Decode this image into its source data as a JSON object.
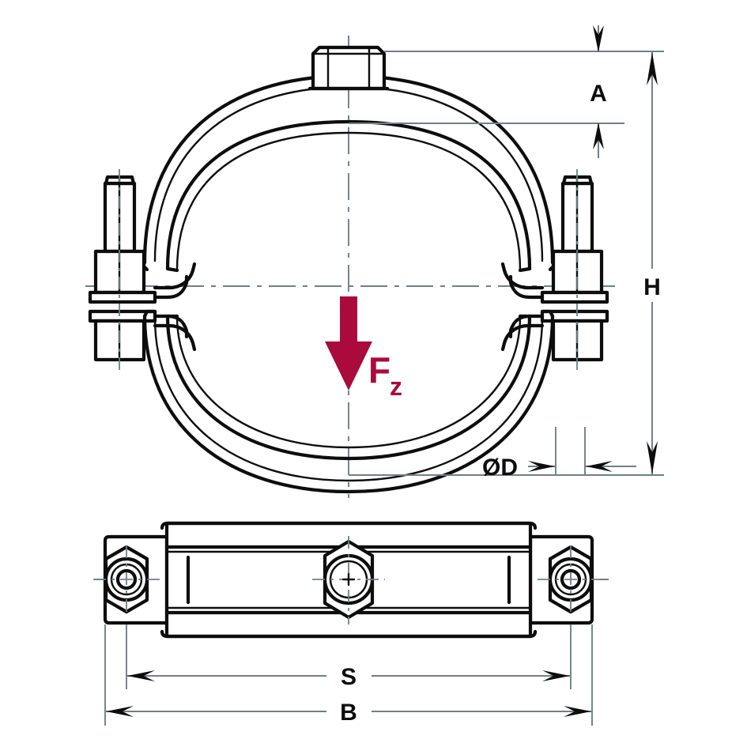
{
  "drawing": {
    "title": "Pipe clamp technical drawing",
    "description": "Two-view engineering drawing of a bolted pipe clamp with inner liner, showing front section view and bottom plan view",
    "colors": {
      "outline": "#0d0d0d",
      "dimension": "#6e8185",
      "force_accent": "#AB0A3D",
      "background": "#ffffff"
    }
  },
  "dimensions": {
    "a": {
      "label": "A",
      "description": "Height from top of nut to top of inner liner"
    },
    "h": {
      "label": "H",
      "description": "Overall height of clamp assembly"
    },
    "d": {
      "label": "ØD",
      "description": "Nominal pipe diameter"
    },
    "s": {
      "label": "S",
      "description": "Bolt hole centre spacing in bottom view"
    },
    "b": {
      "label": "B",
      "description": "Overall width in bottom view"
    }
  },
  "annotations": {
    "force": {
      "symbol": "F",
      "subscript": "z",
      "description": "Downward vertical load applied at clamp centre",
      "color": "#AB0A3D"
    }
  },
  "views": {
    "front": {
      "name": "Front section view",
      "components": [
        "top-hex-nut",
        "upper-clamp-shell",
        "inner-liner",
        "left-bolt",
        "right-bolt",
        "lower-clamp-shell"
      ]
    },
    "bottom": {
      "name": "Bottom plan view",
      "components": [
        "clamp-band",
        "left-hex-nut",
        "centre-hex-nut",
        "right-hex-nut"
      ]
    }
  }
}
